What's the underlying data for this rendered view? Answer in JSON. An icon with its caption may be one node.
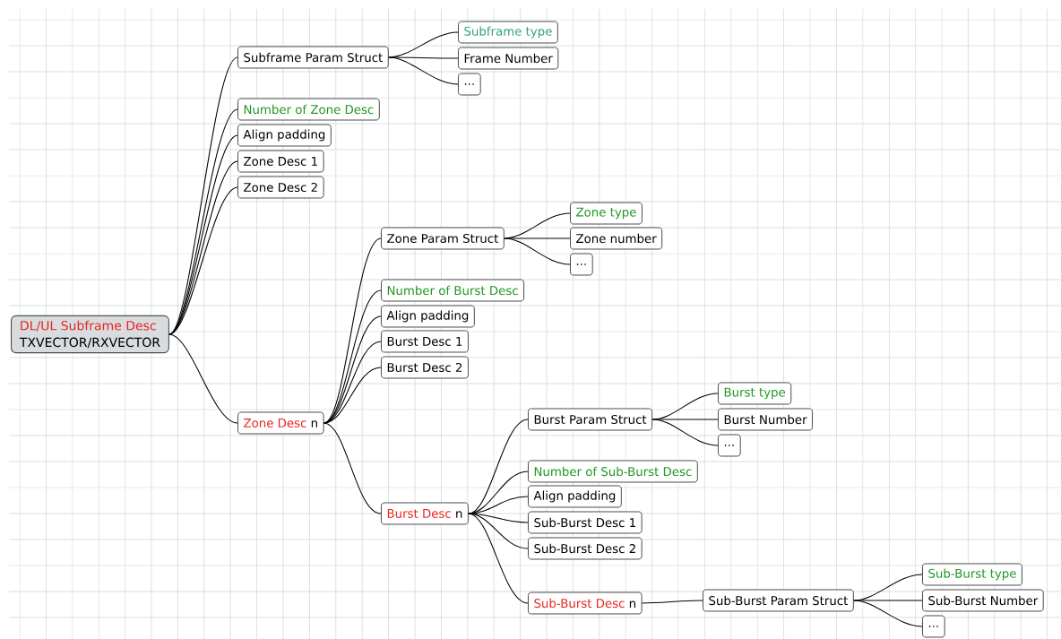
{
  "diagram": {
    "nodes": [
      {
        "text": [
          "DL/UL Subframe Desc",
          "TXVECTOR/RXVECTOR"
        ]
      },
      {
        "text": [
          "Subframe Param Struct"
        ]
      },
      {
        "text": [
          "Subframe type"
        ]
      },
      {
        "text": [
          "Frame Number"
        ]
      },
      {
        "text": [
          "..."
        ]
      },
      {
        "text": [
          "Number of Zone Desc"
        ]
      },
      {
        "text": [
          "Align padding"
        ]
      },
      {
        "text": [
          "Zone Desc 1"
        ]
      },
      {
        "text": [
          "Zone Desc 2"
        ]
      },
      {
        "text": [
          "Zone Desc",
          "n"
        ]
      },
      {
        "text": [
          "Zone Param Struct"
        ]
      },
      {
        "text": [
          "Zone type"
        ]
      },
      {
        "text": [
          "Zone number"
        ]
      },
      {
        "text": [
          "..."
        ]
      },
      {
        "text": [
          "Number of Burst Desc"
        ]
      },
      {
        "text": [
          "Align padding"
        ]
      },
      {
        "text": [
          "Burst Desc 1"
        ]
      },
      {
        "text": [
          "Burst Desc 2"
        ]
      },
      {
        "text": [
          "Burst Desc",
          "n"
        ]
      },
      {
        "text": [
          "Burst Param Struct"
        ]
      },
      {
        "text": [
          "Burst type"
        ]
      },
      {
        "text": [
          "Burst Number"
        ]
      },
      {
        "text": [
          "..."
        ]
      },
      {
        "text": [
          "Number of Sub-Burst Desc"
        ]
      },
      {
        "text": [
          "Align padding"
        ]
      },
      {
        "text": [
          "Sub-Burst Desc 1"
        ]
      },
      {
        "text": [
          "Sub-Burst Desc 2"
        ]
      },
      {
        "text": [
          "Sub-Burst Desc",
          "n"
        ]
      },
      {
        "text": [
          "Sub-Burst Param Struct"
        ]
      },
      {
        "text": [
          "Sub-Burst type"
        ]
      },
      {
        "text": [
          "Sub-Burst Number"
        ]
      },
      {
        "text": [
          "..."
        ]
      }
    ],
    "edges": [
      {
        "from": 0,
        "to": 1,
        "arrow": "none"
      },
      {
        "from": 1,
        "to": 2,
        "arrow": "none"
      },
      {
        "from": 1,
        "to": 3,
        "arrow": "none"
      },
      {
        "from": 1,
        "to": 4,
        "arrow": "none"
      },
      {
        "from": 0,
        "to": 5,
        "arrow": "none"
      },
      {
        "from": 0,
        "to": 6,
        "arrow": "none"
      },
      {
        "from": 0,
        "to": 7,
        "arrow": "none"
      },
      {
        "from": 0,
        "to": 8,
        "arrow": "none"
      },
      {
        "from": 0,
        "to": 9,
        "arrow": "none"
      },
      {
        "from": 9,
        "to": 10,
        "arrow": "none"
      },
      {
        "from": 10,
        "to": 11,
        "arrow": "none"
      },
      {
        "from": 10,
        "to": 12,
        "arrow": "none"
      },
      {
        "from": 10,
        "to": 13,
        "arrow": "none"
      },
      {
        "from": 9,
        "to": 14,
        "arrow": "none"
      },
      {
        "from": 9,
        "to": 15,
        "arrow": "none"
      },
      {
        "from": 9,
        "to": 16,
        "arrow": "none"
      },
      {
        "from": 9,
        "to": 17,
        "arrow": "none"
      },
      {
        "from": 9,
        "to": 18,
        "arrow": "none"
      },
      {
        "from": 18,
        "to": 19,
        "arrow": "none"
      },
      {
        "from": 19,
        "to": 20,
        "arrow": "none"
      },
      {
        "from": 19,
        "to": 21,
        "arrow": "none"
      },
      {
        "from": 19,
        "to": 22,
        "arrow": "none"
      },
      {
        "from": 18,
        "to": 23,
        "arrow": "none"
      },
      {
        "from": 18,
        "to": 24,
        "arrow": "none"
      },
      {
        "from": 18,
        "to": 25,
        "arrow": "none"
      },
      {
        "from": 18,
        "to": 26,
        "arrow": "none"
      },
      {
        "from": 18,
        "to": 27,
        "arrow": "none"
      },
      {
        "from": 27,
        "to": 28,
        "arrow": "none"
      },
      {
        "from": 28,
        "to": 29,
        "arrow": "none"
      },
      {
        "from": 28,
        "to": 30,
        "arrow": "none"
      },
      {
        "from": 28,
        "to": 31,
        "arrow": "none"
      }
    ]
  }
}
